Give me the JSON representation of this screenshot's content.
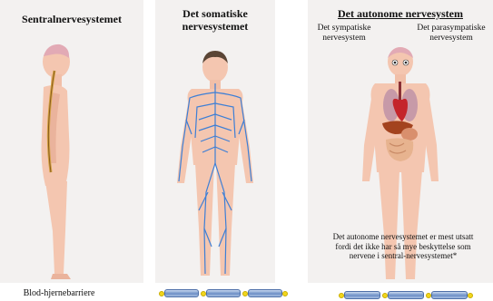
{
  "panels": {
    "cns": {
      "title": "Sentralnervesystemet",
      "caption": "Blod-hjernebarriere"
    },
    "somatic": {
      "title": "Det somatiske nervesystemet"
    },
    "autonomic": {
      "title": "Det autonome nervesystem",
      "sympathetic_label": "Det sympatiske nervesystem",
      "parasympathetic_label": "Det parasympatiske nervesystem",
      "note": "Det autonome nervesystemet er  mest utsatt fordi det ikke har så mye beskyttelse som nervene i sentral-nervesystemet*"
    }
  },
  "colors": {
    "panel_bg": "#f3f1f0",
    "skin": "#f4c6b0",
    "nerve": "#3d7fd6",
    "spine": "#d4a245",
    "barrier_dot": "#f2d61d"
  }
}
